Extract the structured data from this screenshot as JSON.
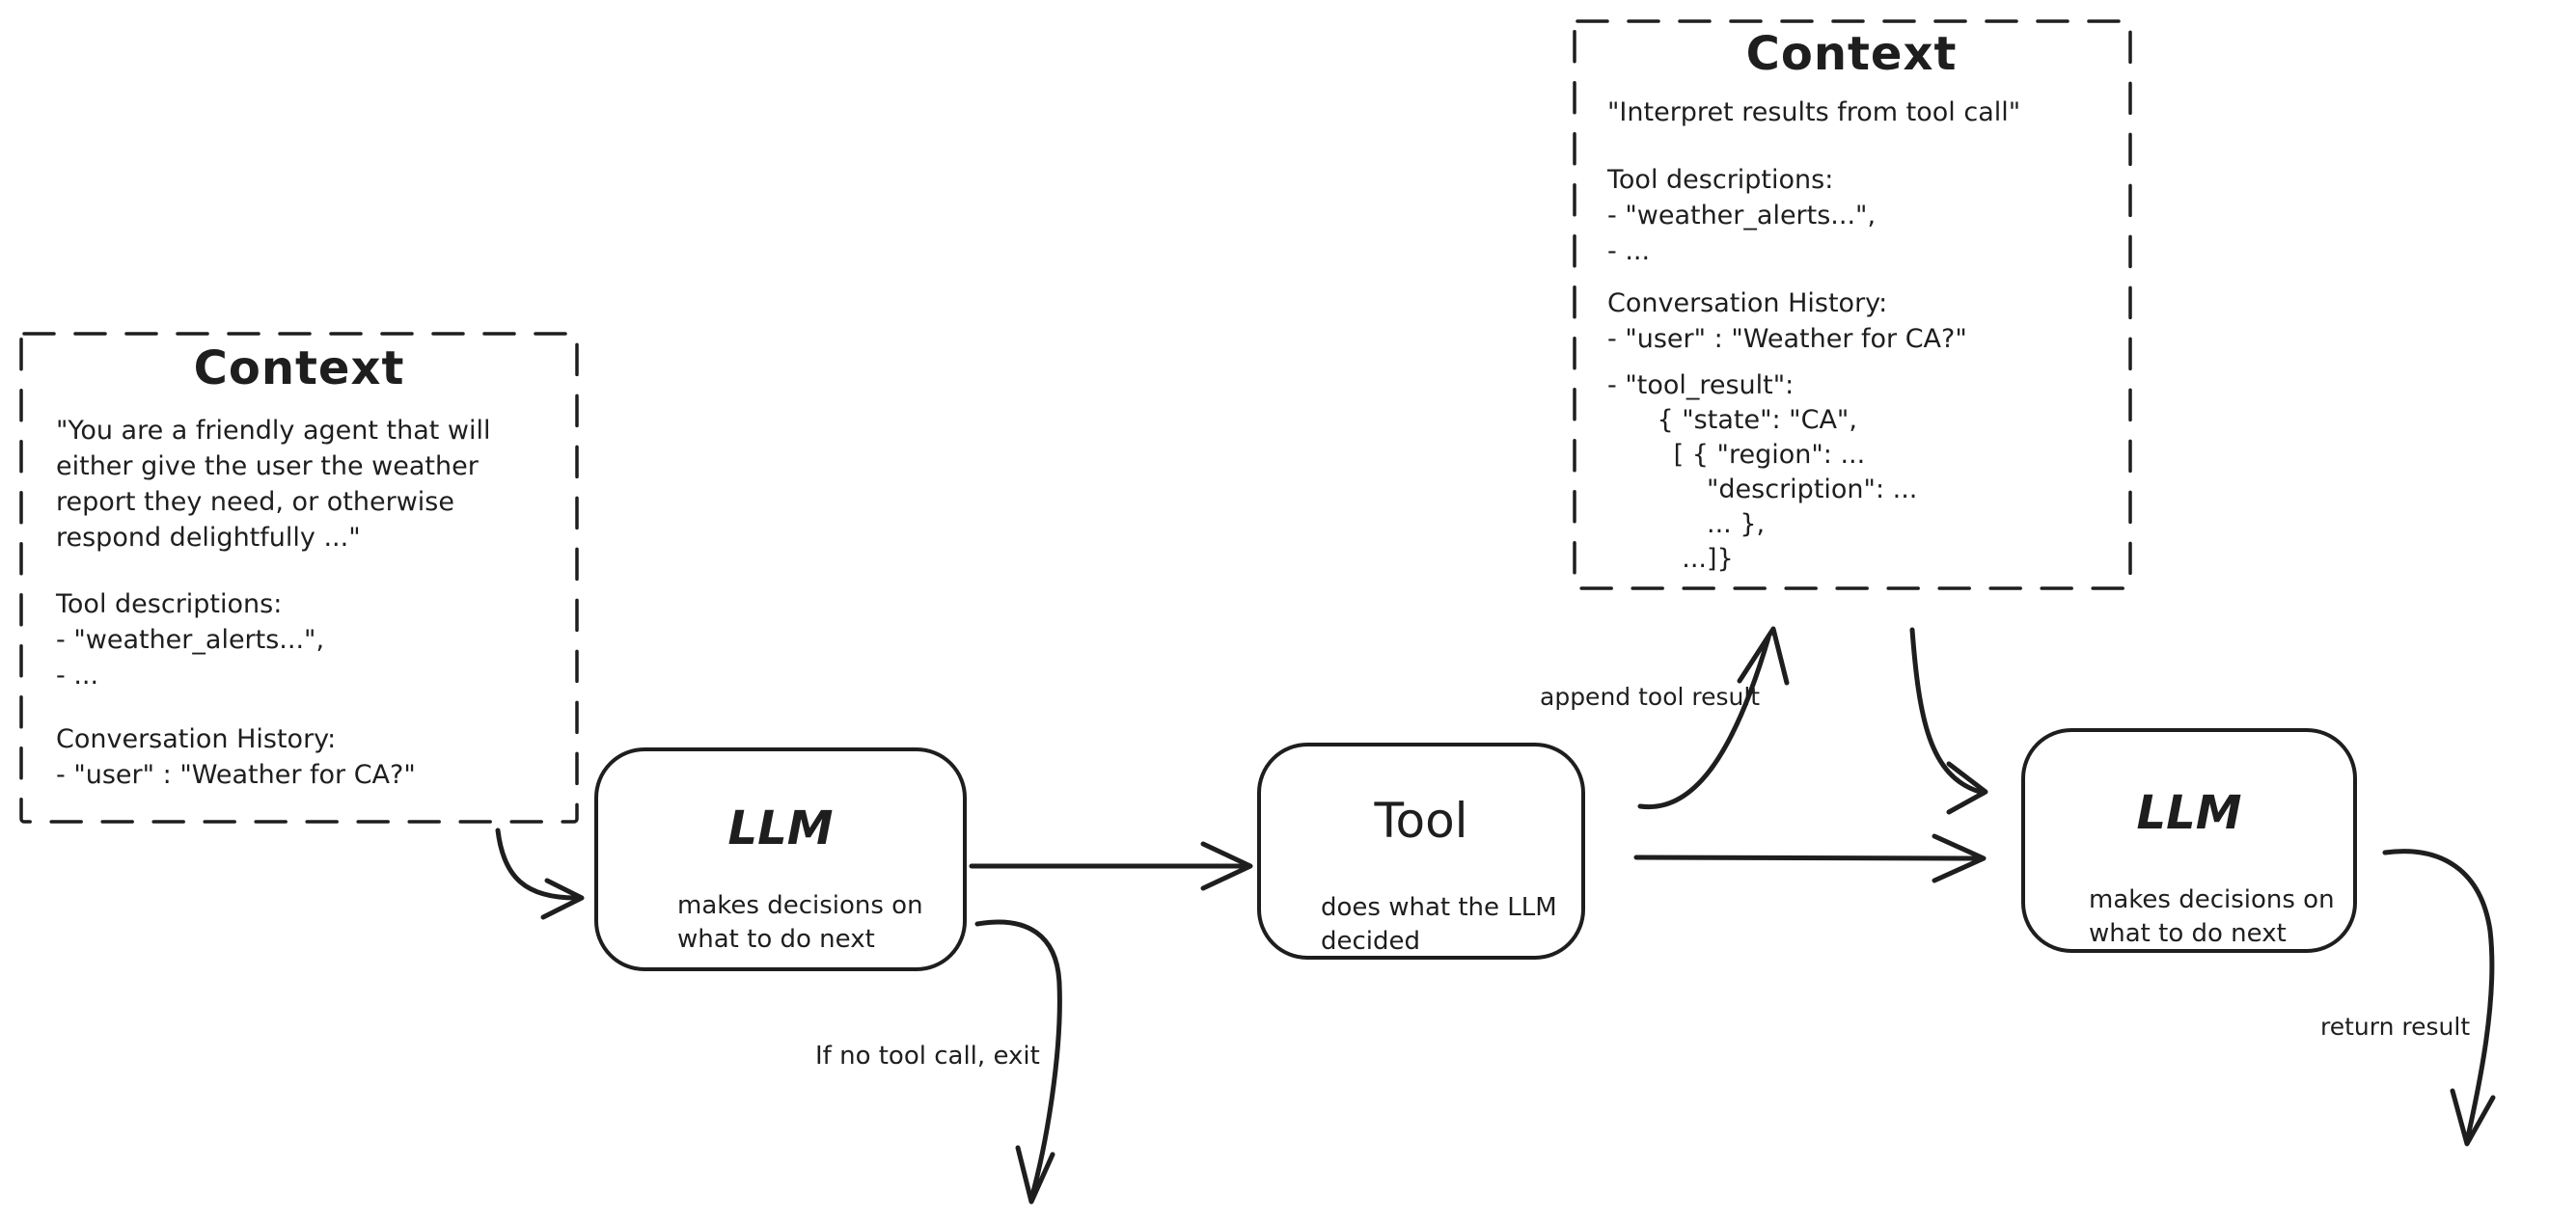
{
  "colors": {
    "ink": "#1e1e1e",
    "background": "#ffffff"
  },
  "context_left": {
    "title": "Context",
    "system_prompt": "\"You are a friendly agent that will\neither give the user the weather\nreport they need, or otherwise\nrespond delightfully ...\"",
    "tool_descriptions": "Tool descriptions:\n- \"weather_alerts...\",\n- ...",
    "conversation_history": "Conversation History:\n- \"user\" : \"Weather for CA?\""
  },
  "context_right": {
    "title": "Context",
    "instruction": "\"Interpret results from tool call\"",
    "tool_descriptions": "Tool descriptions:\n- \"weather_alerts...\",\n- ...",
    "conversation_history": "Conversation History:\n- \"user\" : \"Weather for CA?\"",
    "tool_result": "- \"tool_result\":\n      { \"state\": \"CA\",\n        [ { \"region\": ...\n            \"description\": ...\n            ... },\n         ...]}"
  },
  "nodes": {
    "llm1": {
      "title": "LLM",
      "subtitle": "makes decisions on\nwhat to do next"
    },
    "tool": {
      "title": "Tool",
      "subtitle": "does what the LLM\ndecided"
    },
    "llm2": {
      "title": "LLM",
      "subtitle": "makes decisions on\nwhat to do next"
    }
  },
  "edge_labels": {
    "append_tool_result": "append tool result",
    "if_no_tool_call_exit": "If no tool call, exit",
    "return_result": "return result"
  }
}
